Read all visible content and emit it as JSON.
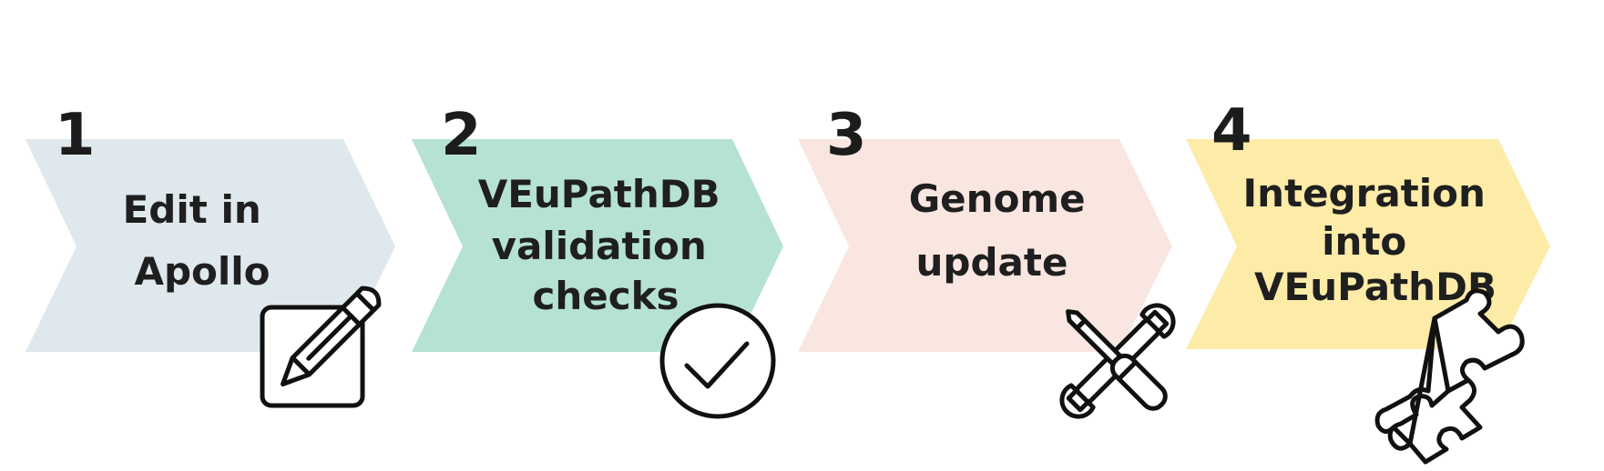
{
  "steps": [
    {
      "number": "1",
      "label_lines": [
        "Edit in",
        "Apollo"
      ],
      "color": "#dfe8ec",
      "icon": "pencil-edit-icon"
    },
    {
      "number": "2",
      "label_lines": [
        "VEuPathDB",
        "validation",
        "checks"
      ],
      "color": "#b5e2d3",
      "icon": "checkmark-circle-icon"
    },
    {
      "number": "3",
      "label_lines": [
        "Genome",
        "update"
      ],
      "color": "#f9e6e1",
      "icon": "wrench-screwdriver-icon"
    },
    {
      "number": "4",
      "label_lines": [
        "Integration",
        "into",
        "VEuPathDB"
      ],
      "color": "#fdeba8",
      "icon": "puzzle-pieces-icon"
    }
  ]
}
